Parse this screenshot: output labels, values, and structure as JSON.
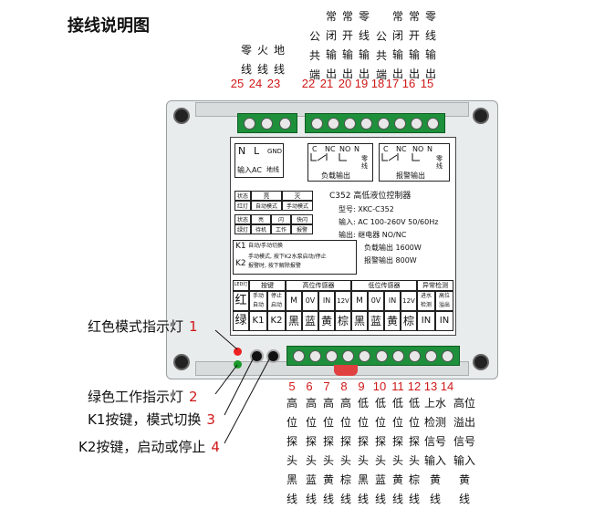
{
  "title": "接线说明图",
  "top_terminals": [
    {
      "num": "25",
      "label": "零\n线"
    },
    {
      "num": "24",
      "label": "火\n线"
    },
    {
      "num": "23",
      "label": "地\n线"
    },
    {
      "num": "22",
      "label": "公\n共\n端"
    },
    {
      "num": "21",
      "label": "常\n闭\n输\n出"
    },
    {
      "num": "20",
      "label": "常\n开\n输\n出"
    },
    {
      "num": "19",
      "label": "零\n线\n输\n出"
    },
    {
      "num": "18",
      "label": "公\n共\n端"
    },
    {
      "num": "17",
      "label": "常\n闭\n输\n出"
    },
    {
      "num": "16",
      "label": "常\n开\n输\n出"
    },
    {
      "num": "15",
      "label": "零\n线\n输\n出"
    }
  ],
  "bottom_terminals": [
    {
      "num": "5",
      "label": "高\n位\n探\n头\n黑\n线"
    },
    {
      "num": "6",
      "label": "高\n位\n探\n头\n蓝\n线"
    },
    {
      "num": "7",
      "label": "高\n位\n探\n头\n黄\n线"
    },
    {
      "num": "8",
      "label": "高\n位\n探\n头\n棕\n线"
    },
    {
      "num": "9",
      "label": "低\n位\n探\n头\n黑\n线"
    },
    {
      "num": "10",
      "label": "低\n位\n探\n头\n蓝\n线"
    },
    {
      "num": "11",
      "label": "低\n位\n探\n头\n黄\n线"
    },
    {
      "num": "12",
      "label": "低\n位\n探\n头\n棕\n线"
    },
    {
      "num": "13",
      "label": "上水\n检测\n信号\n输入\n黄\n线"
    },
    {
      "num": "14",
      "label": "高位\n溢出\n信号\n输入\n黄\n线"
    }
  ],
  "left_callouts": [
    {
      "num": "1",
      "text": "红色模式指示灯"
    },
    {
      "num": "2",
      "text": "绿色工作指示灯"
    },
    {
      "num": "3",
      "text": "K1按键，模式切换"
    },
    {
      "num": "4",
      "text": "K2按键，启动或停止"
    }
  ],
  "panel": {
    "power": {
      "n": "N",
      "l": "L",
      "gnd": "GND",
      "input": "输入AC",
      "ground": "地线"
    },
    "relay1": {
      "c": "C",
      "nc": "NC",
      "no": "NO",
      "n": "N",
      "zero": "零\n线",
      "name": "负载输出"
    },
    "relay2": {
      "c": "C",
      "nc": "NC",
      "no": "NO",
      "n": "N",
      "zero": "零\n线",
      "name": "报警输出"
    },
    "model_title": "C352  高低液位控制器",
    "model_no": "型号: XKC-C352",
    "input_spec": "输入: AC 100-260V 50/60Hz",
    "output_spec": "输出: 继电器 NO/NC",
    "load_power": "负载输出 1600W",
    "alarm_power": "报警输出 800W",
    "status_table": {
      "r1": [
        "状态",
        "亮",
        "灭"
      ],
      "r2": [
        "红灯",
        "自动模式",
        "手动模式"
      ],
      "r3": [
        "状态",
        "亮",
        "闪",
        "快闪"
      ],
      "r4": [
        "绿灯",
        "待机",
        "工作",
        "报警"
      ]
    },
    "k1": {
      "key": "K1",
      "text": "自动/手动切换"
    },
    "k2": {
      "key": "K2",
      "text1": "手动模式, 按下K2水泵启动/停止",
      "text2": "报警时, 按下解除报警"
    },
    "bottom_table": {
      "h_led": "LED灯",
      "h_key": "按键",
      "h_high": "高位传感器",
      "h_low": "低位传感器",
      "h_abn": "异常检测",
      "r_red": "红",
      "r_manual": "手动\n自动",
      "r_stop": "停止\n启动",
      "sensor_cols": [
        "M",
        "0V",
        "IN",
        "12V",
        "M",
        "0V",
        "IN",
        "12V"
      ],
      "abn_cols": [
        "进水\n检测",
        "高位\n溢出"
      ],
      "r_green": "绿",
      "k1": "K1",
      "k2": "K2",
      "colors": [
        "黑",
        "蓝",
        "黄",
        "棕",
        "黑",
        "蓝",
        "黄",
        "棕"
      ],
      "in1": "IN",
      "in2": "IN"
    }
  }
}
